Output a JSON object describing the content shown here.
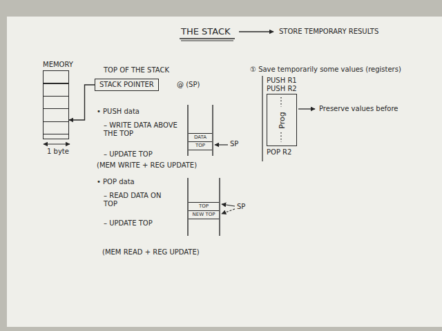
{
  "diagram": {
    "title": "THE STACK",
    "nodes": [
      {
        "text": [
          "MEMORY"
        ]
      },
      {
        "text": [
          "STACK POINTER"
        ]
      },
      {
        "text": [
          "DATA"
        ]
      },
      {
        "text": [
          "TOP"
        ]
      },
      {
        "text": [
          "TOP"
        ]
      },
      {
        "text": [
          "NEW TOP"
        ]
      },
      {
        "text": [
          "Prog"
        ]
      }
    ],
    "edges": [
      {
        "from": 1,
        "to": 0,
        "arrow": "to"
      }
    ],
    "labels": [
      "STORE TEMPORARY RESULTS",
      "1 byte",
      "TOP OF THE STACK",
      "@ (SP)",
      "• PUSH data",
      "– WRITE DATA ABOVE THE TOP",
      "– UPDATE TOP",
      "(MEM WRITE + REG UPDATE)",
      "SP",
      "• POP data",
      "– READ DATA ON TOP",
      "– UPDATE TOP",
      "(MEM READ + REG UPDATE)",
      "SP",
      "① Save temporarily some values (registers)",
      "PUSH R1",
      "PUSH R2",
      "Preserve values before",
      "POP R2"
    ]
  }
}
